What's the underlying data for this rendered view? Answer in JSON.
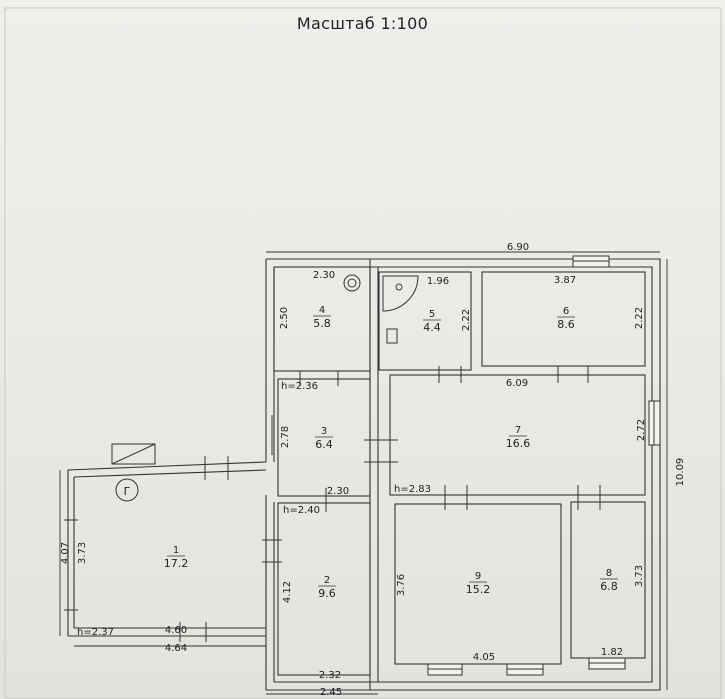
{
  "title": "Масштаб 1:100",
  "rooms": [
    {
      "id": "1",
      "number": "1",
      "area": "17.2"
    },
    {
      "id": "2",
      "number": "2",
      "area": "9.6"
    },
    {
      "id": "3",
      "number": "3",
      "area": "6.4"
    },
    {
      "id": "4",
      "number": "4",
      "area": "5.8"
    },
    {
      "id": "5",
      "number": "5",
      "area": "4.4"
    },
    {
      "id": "6",
      "number": "6",
      "area": "8.6"
    },
    {
      "id": "7",
      "number": "7",
      "area": "16.6"
    },
    {
      "id": "8",
      "number": "8",
      "area": "6.8"
    },
    {
      "id": "9",
      "number": "9",
      "area": "15.2"
    }
  ],
  "dimensions": {
    "top_total": "6.90",
    "right_total": "10.09",
    "r4_width": "2.30",
    "r4_height": "2.50",
    "r5_width": "1.96",
    "r5_height": "2.22",
    "r6_width": "3.87",
    "r6_height": "2.22",
    "r3_height_mark": "h=2.36",
    "r3_side": "2.78",
    "r3_bottom": "2.30",
    "r7_width": "6.09",
    "r7_side": "2.72",
    "r7_height_mark": "h=2.83",
    "r2_height_mark": "h=2.40",
    "r2_side": "4.12",
    "r2_inner_bottom": "2.32",
    "r2_outer_bottom": "2.45",
    "r9_side": "3.76",
    "r9_bottom": "4.05",
    "r8_side": "3.73",
    "r8_bottom": "1.82",
    "r1_outer_side": "4.07",
    "r1_inner_side": "3.73",
    "r1_height_mark": "h=2.37",
    "r1_inner_bottom": "4.60",
    "r1_outer_bottom": "4.64"
  },
  "symbols": {
    "boiler_letter": "Г"
  }
}
